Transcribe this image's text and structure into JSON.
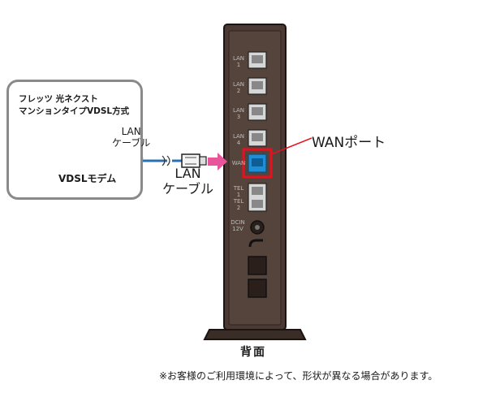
{
  "callout": {
    "title_line1": "フレッツ 光ネクスト",
    "title_line2": "マンションタイプVDSL方式",
    "cable_label_line1": "LAN",
    "cable_label_line2": "ケーブル",
    "modem_label": "VDSLモデム"
  },
  "cable": {
    "label_line1": "LAN",
    "label_line2": "ケーブル"
  },
  "router": {
    "ports": [
      {
        "line1": "LAN",
        "line2": "1"
      },
      {
        "line1": "LAN",
        "line2": "2"
      },
      {
        "line1": "LAN",
        "line2": "3"
      },
      {
        "line1": "LAN",
        "line2": "4"
      },
      {
        "line1": "WAN",
        "line2": ""
      },
      {
        "line1": "TEL",
        "line2": "1"
      },
      {
        "line1": "TEL",
        "line2": "2"
      },
      {
        "line1": "DCIN",
        "line2": "12V"
      }
    ],
    "wan_callout_label": "WANポート",
    "view_label": "背面"
  },
  "footnote": "※お客様のご利用環境によって、形状が異なる場合があります。",
  "colors": {
    "router_body": "#4a3a33",
    "wan_port": "#1e8fd6",
    "highlight": "#e8101e",
    "arrow": "#e9559a",
    "modem_bg": "#f6c98a",
    "cable": "#2b6fb0"
  }
}
